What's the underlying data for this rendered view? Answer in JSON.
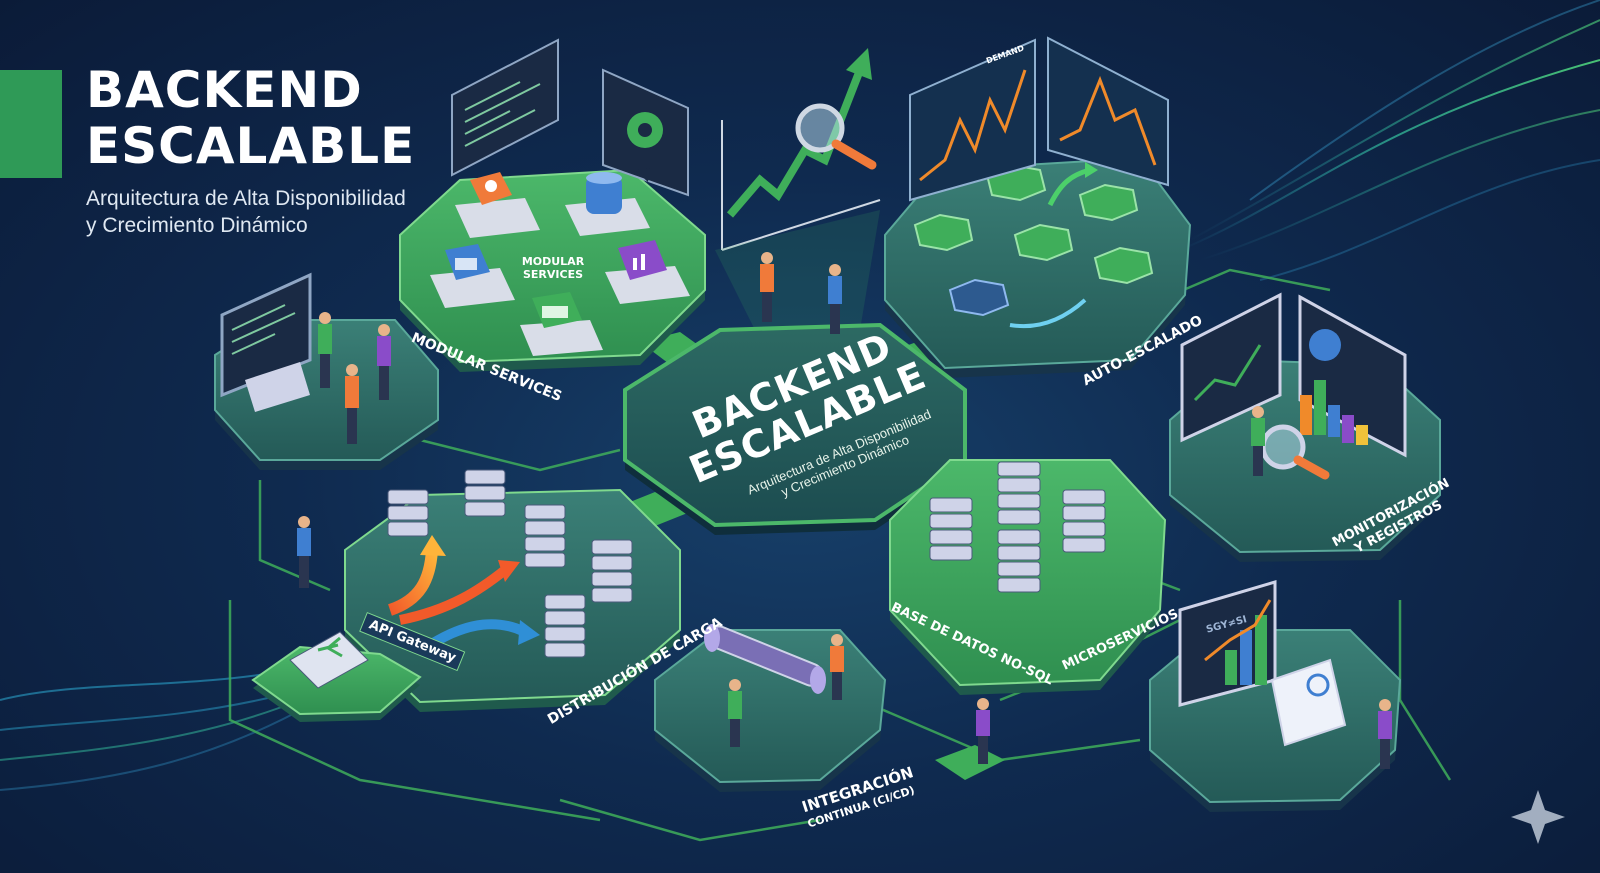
{
  "header": {
    "title_line1": "BACKEND",
    "title_line2": "ESCALABLE",
    "subtitle_line1": "Arquitectura de Alta Disponibilidad",
    "subtitle_line2": "y Crecimiento Dinámico"
  },
  "center": {
    "title_line1": "BACKEND",
    "title_line2": "ESCALABLE",
    "subtitle_line1": "Arquitectura de Alta Disponibilidad",
    "subtitle_line2": "y Crecimiento Dinámico"
  },
  "modules": {
    "modular_services": "MODULAR SERVICES",
    "modular_services_inner": "MODULAR SERVICES",
    "auto_scaling": "AUTO-ESCALADO",
    "monitoring_line1": "MONITORIZACIÓN",
    "monitoring_line2": "Y REGISTROS",
    "load_balancing": "DISTRIBUCIÓN DE CARGA",
    "api_gateway": "API Gateway",
    "nosql": "BASE DE DATOS NO-SQL",
    "microservices": "MICROSERVICIOS",
    "ci_line1": "INTEGRACIÓN",
    "ci_line2": "CONTINUA (CI/CD)"
  },
  "chart_labels": {
    "demand": "DEMAND",
    "screen_text": "SGY≠SI"
  },
  "colors": {
    "accent_green": "#3fae5a",
    "platform_teal": "#2e6a62",
    "background": "#0f2a4f"
  }
}
